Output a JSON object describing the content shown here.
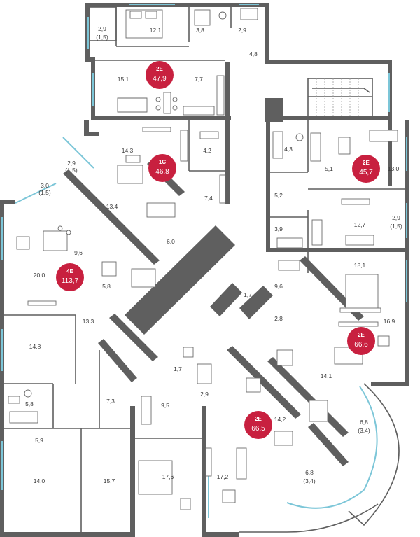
{
  "colors": {
    "wall": "#5f5f5f",
    "badge": "#c8203f",
    "window": "#7cc6d8",
    "background": "#ffffff"
  },
  "apartments": [
    {
      "id": "apt-2e-top",
      "code": "2E",
      "area": "47,9"
    },
    {
      "id": "apt-1c",
      "code": "1C",
      "area": "46,8"
    },
    {
      "id": "apt-2e-right",
      "code": "2E",
      "area": "45,7"
    },
    {
      "id": "apt-4e",
      "code": "4E",
      "area": "113,7"
    },
    {
      "id": "apt-2e-mid",
      "code": "2E",
      "area": "66,6"
    },
    {
      "id": "apt-2e-bottom",
      "code": "2E",
      "area": "66,5"
    }
  ],
  "rooms": [
    {
      "id": "r1",
      "label": "12,1"
    },
    {
      "id": "r2",
      "label": "3,8"
    },
    {
      "id": "r3",
      "label": "2,9"
    },
    {
      "id": "r4",
      "label": "2,9"
    },
    {
      "id": "r5",
      "label": "(1,5)"
    },
    {
      "id": "r6",
      "label": "4,8"
    },
    {
      "id": "r7",
      "label": "15,1"
    },
    {
      "id": "r8",
      "label": "7,7"
    },
    {
      "id": "r9",
      "label": "14,3"
    },
    {
      "id": "r10",
      "label": "4,2"
    },
    {
      "id": "r11",
      "label": "2,9"
    },
    {
      "id": "r12",
      "label": "(1,5)"
    },
    {
      "id": "r13",
      "label": "7,4"
    },
    {
      "id": "r14",
      "label": "3,0"
    },
    {
      "id": "r15",
      "label": "(1,5)"
    },
    {
      "id": "r16",
      "label": "13,4"
    },
    {
      "id": "r17",
      "label": "6,0"
    },
    {
      "id": "r18",
      "label": "9,6"
    },
    {
      "id": "r19",
      "label": "20,0"
    },
    {
      "id": "r20",
      "label": "5,8"
    },
    {
      "id": "r21",
      "label": "13,3"
    },
    {
      "id": "r22",
      "label": "14,8"
    },
    {
      "id": "r23",
      "label": "7,3"
    },
    {
      "id": "r24",
      "label": "5,8"
    },
    {
      "id": "r25",
      "label": "5,9"
    },
    {
      "id": "r26",
      "label": "14,0"
    },
    {
      "id": "r27",
      "label": "15,7"
    },
    {
      "id": "r28",
      "label": "4,3"
    },
    {
      "id": "r29",
      "label": "5,1"
    },
    {
      "id": "r30",
      "label": "13,0"
    },
    {
      "id": "r31",
      "label": "5,2"
    },
    {
      "id": "r32",
      "label": "12,7"
    },
    {
      "id": "r33",
      "label": "2,9"
    },
    {
      "id": "r34",
      "label": "(1,5)"
    },
    {
      "id": "r35",
      "label": "3,9"
    },
    {
      "id": "r36",
      "label": "18,1"
    },
    {
      "id": "r37",
      "label": "9,6"
    },
    {
      "id": "r38",
      "label": "1,7"
    },
    {
      "id": "r39",
      "label": "2,8"
    },
    {
      "id": "r40",
      "label": "16,9"
    },
    {
      "id": "r41",
      "label": "14,1"
    },
    {
      "id": "r42",
      "label": "1,7"
    },
    {
      "id": "r43",
      "label": "2,9"
    },
    {
      "id": "r44",
      "label": "9,5"
    },
    {
      "id": "r45",
      "label": "14,2"
    },
    {
      "id": "r46",
      "label": "6,8"
    },
    {
      "id": "r47",
      "label": "(3,4)"
    },
    {
      "id": "r48",
      "label": "17,6"
    },
    {
      "id": "r49",
      "label": "17,2"
    },
    {
      "id": "r50",
      "label": "6,8"
    },
    {
      "id": "r51",
      "label": "(3,4)"
    }
  ]
}
